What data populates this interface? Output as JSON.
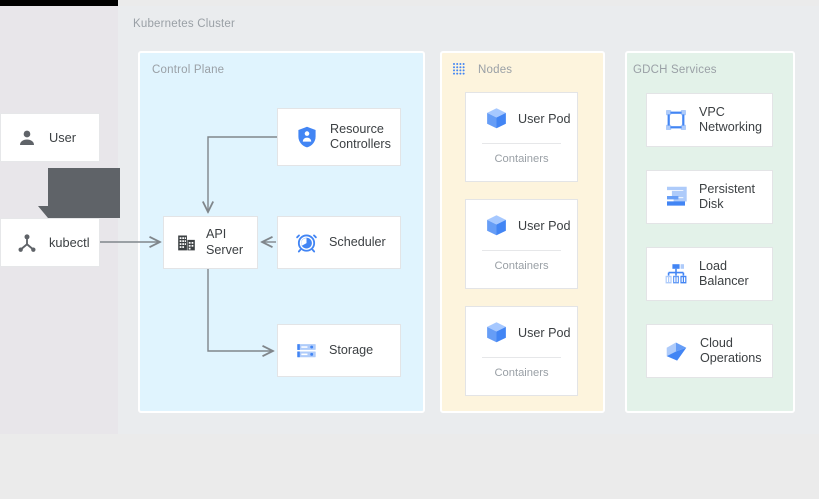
{
  "diagram": {
    "cluster_title": "Kubernetes Cluster",
    "panels": {
      "control_plane": {
        "title": "Control Plane",
        "color": "#e0f4fe"
      },
      "nodes": {
        "title": "Nodes",
        "color": "#fdf4dd",
        "icon": "dotted-grid-icon"
      },
      "gdch": {
        "title": "GDCH Services",
        "color": "#e3f2e9"
      }
    },
    "actors": [
      {
        "label": "User",
        "icon": "person-icon"
      },
      {
        "label": "kubectl",
        "icon": "kubectl-node-icon"
      }
    ],
    "tooltip": {
      "text": "",
      "color": "#5f6368"
    },
    "control_plane_components": [
      {
        "label": "Resource Controllers",
        "icon": "shield-person-icon"
      },
      {
        "label": "API Server",
        "icon": "api-server-building-icon"
      },
      {
        "label": "Scheduler",
        "icon": "alarm-clock-icon"
      },
      {
        "label": "Storage",
        "icon": "storage-server-icon"
      }
    ],
    "node_pods": [
      {
        "label": "User Pod",
        "sub_label": "Containers",
        "icon": "cube-icon"
      },
      {
        "label": "User Pod",
        "sub_label": "Containers",
        "icon": "cube-icon"
      },
      {
        "label": "User Pod",
        "sub_label": "Containers",
        "icon": "cube-icon"
      }
    ],
    "gdch_services": [
      {
        "label": "VPC Networking",
        "icon": "vpc-networking-icon"
      },
      {
        "label": "Persistent Disk",
        "icon": "persistent-disk-icon"
      },
      {
        "label": "Load Balancer",
        "icon": "load-balancer-icon"
      },
      {
        "label": "Cloud Operations",
        "icon": "cloud-operations-icon"
      }
    ],
    "connections": [
      {
        "from": "kubectl",
        "to": "API Server"
      },
      {
        "from": "Resource Controllers",
        "to": "API Server"
      },
      {
        "from": "Scheduler",
        "to": "API Server"
      },
      {
        "from": "API Server",
        "to": "Storage"
      }
    ],
    "colors": {
      "accent_blue": "#4285f4",
      "light_blue": "#aecbfa",
      "arrow": "#80868b",
      "text": "#3c4043",
      "muted": "#9aa0a6"
    }
  }
}
